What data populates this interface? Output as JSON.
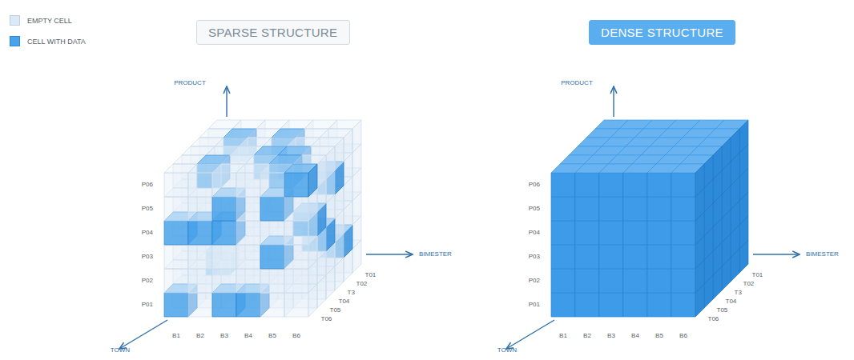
{
  "diagram": {
    "nodes": [
      {
        "text": [
          "SPARSE STRUCTURE"
        ]
      },
      {
        "text": [
          "DENSE STRUCTURE"
        ]
      }
    ],
    "labels": [
      "PRODUCT",
      "P06",
      "P05",
      "P04",
      "P03",
      "P02",
      "P01",
      "BIMESTER",
      "T01",
      "T02",
      "T3",
      "T04",
      "T05",
      "T06",
      "TOWN",
      "B1",
      "B2",
      "B3",
      "B4",
      "B5",
      "B6",
      "PRODUCT",
      "P06",
      "P05",
      "P04",
      "P03",
      "P02",
      "P01",
      "BIMESTER",
      "T01",
      "T02",
      "T3",
      "T04",
      "T05",
      "T06",
      "TOWN",
      "B1",
      "B2",
      "B3",
      "B4",
      "B5",
      "B6"
    ],
    "legend": [
      {
        "text": "EMPTY CELL",
        "color": "#dbe8f5"
      },
      {
        "text": "CELL WITH DATA",
        "color": "#4aa3ea"
      }
    ]
  }
}
